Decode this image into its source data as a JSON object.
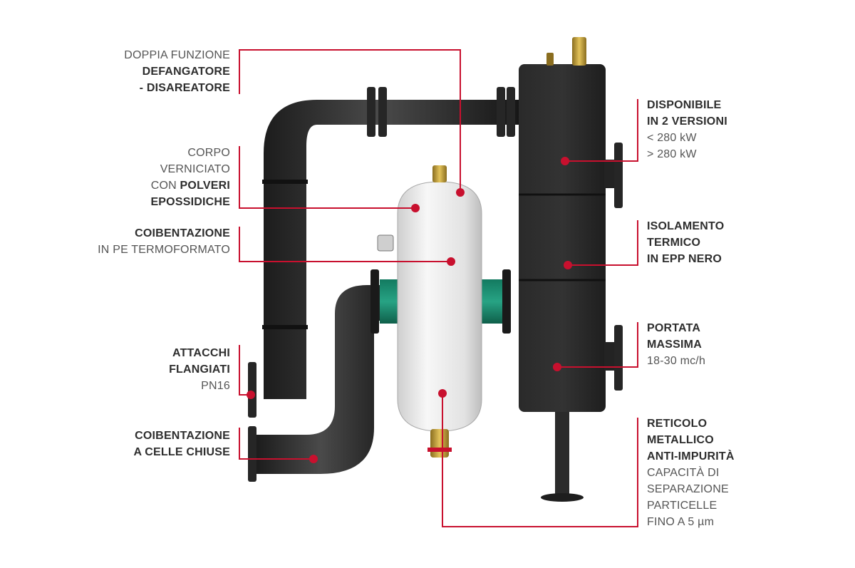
{
  "colors": {
    "accent": "#c8102e",
    "pipe": "#2b2b2b",
    "vessel": "#ececec",
    "flange_green": "#1f8a70",
    "brass": "#c9a43a"
  },
  "callouts": {
    "defangatore": {
      "l1": "DOPPIA FUNZIONE",
      "l2": "DEFANGATORE",
      "l3": "- DISAREATORE"
    },
    "corpo": {
      "l1": "CORPO",
      "l2": "VERNICIATO",
      "l3a": "CON ",
      "l3b": "POLVERI",
      "l4": "EPOSSIDICHE"
    },
    "coibentazione_pe": {
      "l1": "COIBENTAZIONE",
      "l2": "IN PE TERMOFORMATO"
    },
    "attacchi": {
      "l1": "ATTACCHI",
      "l2": "FLANGIATI",
      "l3": "PN16"
    },
    "coibentazione_celle": {
      "l1": "COIBENTAZIONE",
      "l2": "A CELLE CHIUSE"
    },
    "versioni": {
      "l1": "DISPONIBILE",
      "l2": "IN 2 VERSIONI",
      "l3": "< 280 kW",
      "l4": "> 280 kW"
    },
    "isolamento": {
      "l1": "ISOLAMENTO",
      "l2": "TERMICO",
      "l3": "IN EPP NERO"
    },
    "portata": {
      "l1": "PORTATA",
      "l2": "MASSIMA",
      "l3": "18-30 mc/h"
    },
    "reticolo": {
      "l1": "RETICOLO",
      "l2": "METALLICO",
      "l3": "ANTI-IMPURITÀ",
      "l4": "CAPACITÀ DI",
      "l5": "SEPARAZIONE",
      "l6": "PARTICELLE",
      "l7": "FINO A 5 µm"
    }
  }
}
